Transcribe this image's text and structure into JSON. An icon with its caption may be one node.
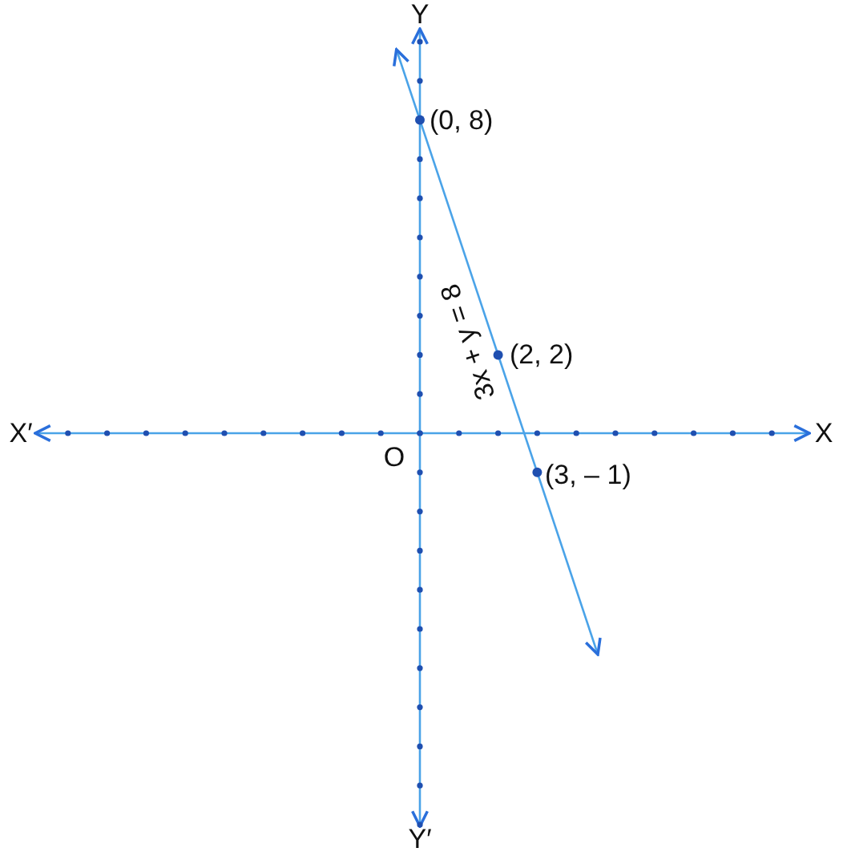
{
  "diagram": {
    "labels": [
      "Y",
      "(0, 8)",
      "3x + y = 8",
      "(2, 2)",
      "X′",
      "X",
      "O",
      "(3, – 1)",
      "Y′"
    ]
  }
}
